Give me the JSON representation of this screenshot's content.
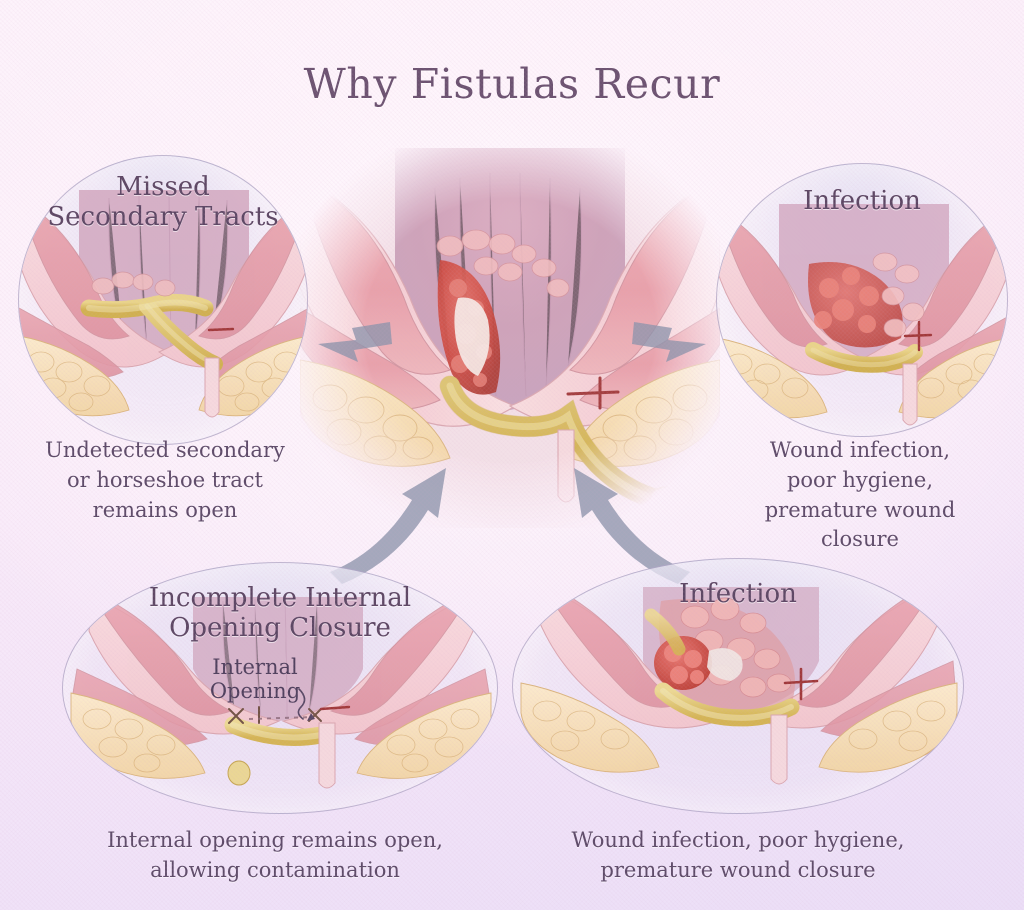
{
  "page": {
    "title": "Why Fistulas Recur",
    "background_top": "#fcf0fa",
    "background_bottom": "#ebdef7",
    "title_color": "#6b5270",
    "text_color": "#5d4a68",
    "arrow_color": "#8c93ab",
    "panel_border_color": "#7e76a0"
  },
  "anatomy_colors": {
    "mucosa_pink": "#e9a3ab",
    "mucosa_light": "#f4c9cf",
    "muscle_rose": "#d98e9c",
    "fat_cream": "#f5ddb0",
    "fistula_yellow": "#ddc15f",
    "infection_red": "#cf4338",
    "granulation": "#e2726a",
    "lumen_mauve": "#c9a5bd",
    "outline": "#a8737f"
  },
  "panels": [
    {
      "id": "missed-secondary-tracts",
      "position": "top-left",
      "shape": "circle",
      "title": "Missed\nSecondary Tracts",
      "title_line1": "Missed",
      "title_line2": "Secondary Tracts",
      "caption_line1": "Undetected secondary",
      "caption_line2": "or horseshoe tract",
      "caption_line3": "remains open",
      "caption": "Undetected secondary or horseshoe tract remains open"
    },
    {
      "id": "infection-top-right",
      "position": "top-right",
      "shape": "circle",
      "title": "Infection",
      "caption_line1": "Wound infection,",
      "caption_line2": "poor hygiene,",
      "caption_line3": "premature wound",
      "caption_line4": "closure",
      "caption": "Wound infection, poor hygiene, premature wound closure"
    },
    {
      "id": "incomplete-internal-opening-closure",
      "position": "bottom-left",
      "shape": "ellipse",
      "title_line1": "Incomplete Internal",
      "title_line2": "Opening Closure",
      "title": "Incomplete Internal Opening Closure",
      "inner_label_line1": "Internal",
      "inner_label_line2": "Opening",
      "inner_label": "Internal Opening",
      "caption_line1": "Internal opening remains open,",
      "caption_line2": "allowing contamination",
      "caption": "Internal opening remains open, allowing contamination"
    },
    {
      "id": "infection-bottom-right",
      "position": "bottom-right",
      "shape": "ellipse",
      "title": "Infection",
      "caption_line1": "Wound infection, poor hygiene,",
      "caption_line2": "premature wound closure",
      "caption": "Wound infection, poor hygiene, premature wound closure"
    }
  ],
  "center": {
    "id": "central-anorectal-illustration",
    "description": "Anorectal cross-section with fistula tract and abscess"
  },
  "arrows": [
    {
      "id": "arrow-to-missed-secondary-tracts",
      "direction": "left"
    },
    {
      "id": "arrow-to-infection-top-right",
      "direction": "right"
    },
    {
      "id": "arrow-to-incomplete-closure",
      "direction": "down-left"
    },
    {
      "id": "arrow-to-infection-bottom-right",
      "direction": "down-right"
    }
  ]
}
